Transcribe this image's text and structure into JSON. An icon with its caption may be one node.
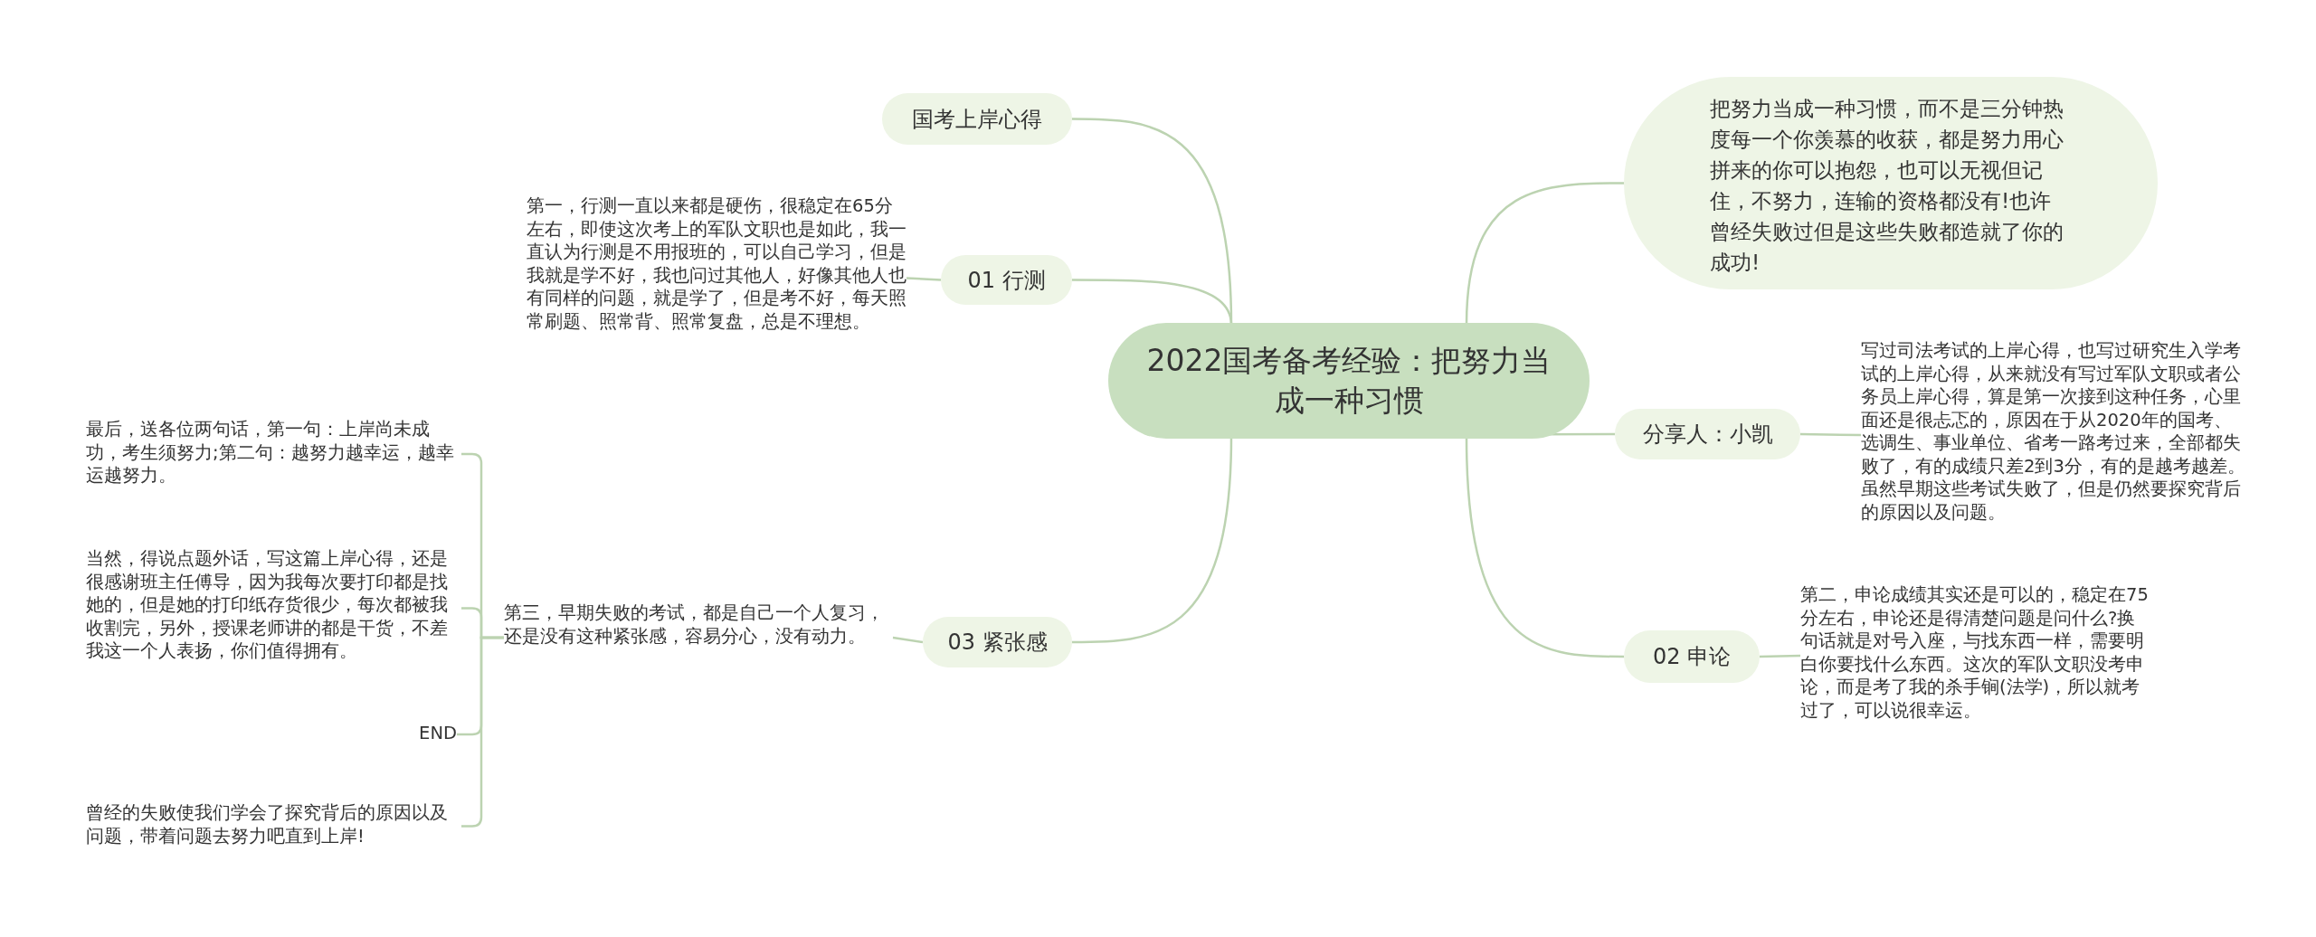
{
  "diagram": {
    "nodes": [
      {
        "text": [
          "2022国考备考经验：把努力当成一种习惯"
        ]
      },
      {
        "text": [
          "国考上岸心得"
        ]
      },
      {
        "text": [
          "01 行测"
        ]
      },
      {
        "text": [
          "第一，行测一直以来都是硬伤，很稳定在65分左右，即使这次考上的军队文职也是如此，我一直认为行测是不用报班的，可以自己学习，但是我就是学不好，我也问过其他人，好像其他人也有同样的问题，就是学了，但是考不好，每天照常刷题、照常背、照常复盘，总是不理想。"
        ]
      },
      {
        "text": [
          "03 紧张感"
        ]
      },
      {
        "text": [
          "第三，早期失败的考试，都是自己一个人复习，还是没有这种紧张感，容易分心，没有动力。"
        ]
      },
      {
        "text": [
          "最后，送各位两句话，第一句：上岸尚未成功，考生须努力;第二句：越努力越幸运，越幸运越努力。"
        ]
      },
      {
        "text": [
          "当然，得说点题外话，写这篇上岸心得，还是很感谢班主任傅导，因为我每次要打印都是找她的，但是她的打印纸存货很少，每次都被我收割完，另外，授课老师讲的都是干货，不差我这一个人表扬，你们值得拥有。"
        ]
      },
      {
        "text": [
          "END"
        ]
      },
      {
        "text": [
          "曾经的失败使我们学会了探究背后的原因以及问题，带着问题去努力吧直到上岸!"
        ]
      },
      {
        "text": [
          "把努力当成一种习惯，而不是三分钟热度每一个你羡慕的收获，都是努力用心拼来的你可以抱怨，也可以无视但记住，不努力，连输的资格都没有!也许曾经失败过但是这些失败都造就了你的成功!"
        ]
      },
      {
        "text": [
          "分享人：小凯"
        ]
      },
      {
        "text": [
          "写过司法考试的上岸心得，也写过研究生入学考试的上岸心得，从来就没有写过军队文职或者公务员上岸心得，算是第一次接到这种任务，心里面还是很忐忑的，原因在于从2020年的国考、选调生、事业单位、省考一路考过来，全部都失败了，有的成绩只差2到3分，有的是越考越差。虽然早期这些考试失败了，但是仍然要探究背后的原因以及问题。"
        ]
      },
      {
        "text": [
          "02 申论"
        ]
      },
      {
        "text": [
          "第二，申论成绩其实还是可以的，稳定在75分左右，申论还是得清楚问题是问什么?换句话就是对号入座，与找东西一样，需要明白你要找什么东西。这次的军队文职没考申论，而是考了我的杀手锏(法学)，所以就考过了，可以说很幸运。"
        ]
      }
    ],
    "edges": [
      {
        "from": 0,
        "to": 1,
        "arrow": "none"
      },
      {
        "from": 0,
        "to": 2,
        "arrow": "none"
      },
      {
        "from": 2,
        "to": 3,
        "arrow": "none"
      },
      {
        "from": 0,
        "to": 4,
        "arrow": "none"
      },
      {
        "from": 4,
        "to": 5,
        "arrow": "none"
      },
      {
        "from": 5,
        "to": 6,
        "arrow": "none"
      },
      {
        "from": 5,
        "to": 7,
        "arrow": "none"
      },
      {
        "from": 5,
        "to": 8,
        "arrow": "none"
      },
      {
        "from": 5,
        "to": 9,
        "arrow": "none"
      },
      {
        "from": 0,
        "to": 10,
        "arrow": "none"
      },
      {
        "from": 0,
        "to": 11,
        "arrow": "none"
      },
      {
        "from": 11,
        "to": 12,
        "arrow": "none"
      },
      {
        "from": 0,
        "to": 13,
        "arrow": "none"
      },
      {
        "from": 13,
        "to": 14,
        "arrow": "none"
      }
    ]
  }
}
